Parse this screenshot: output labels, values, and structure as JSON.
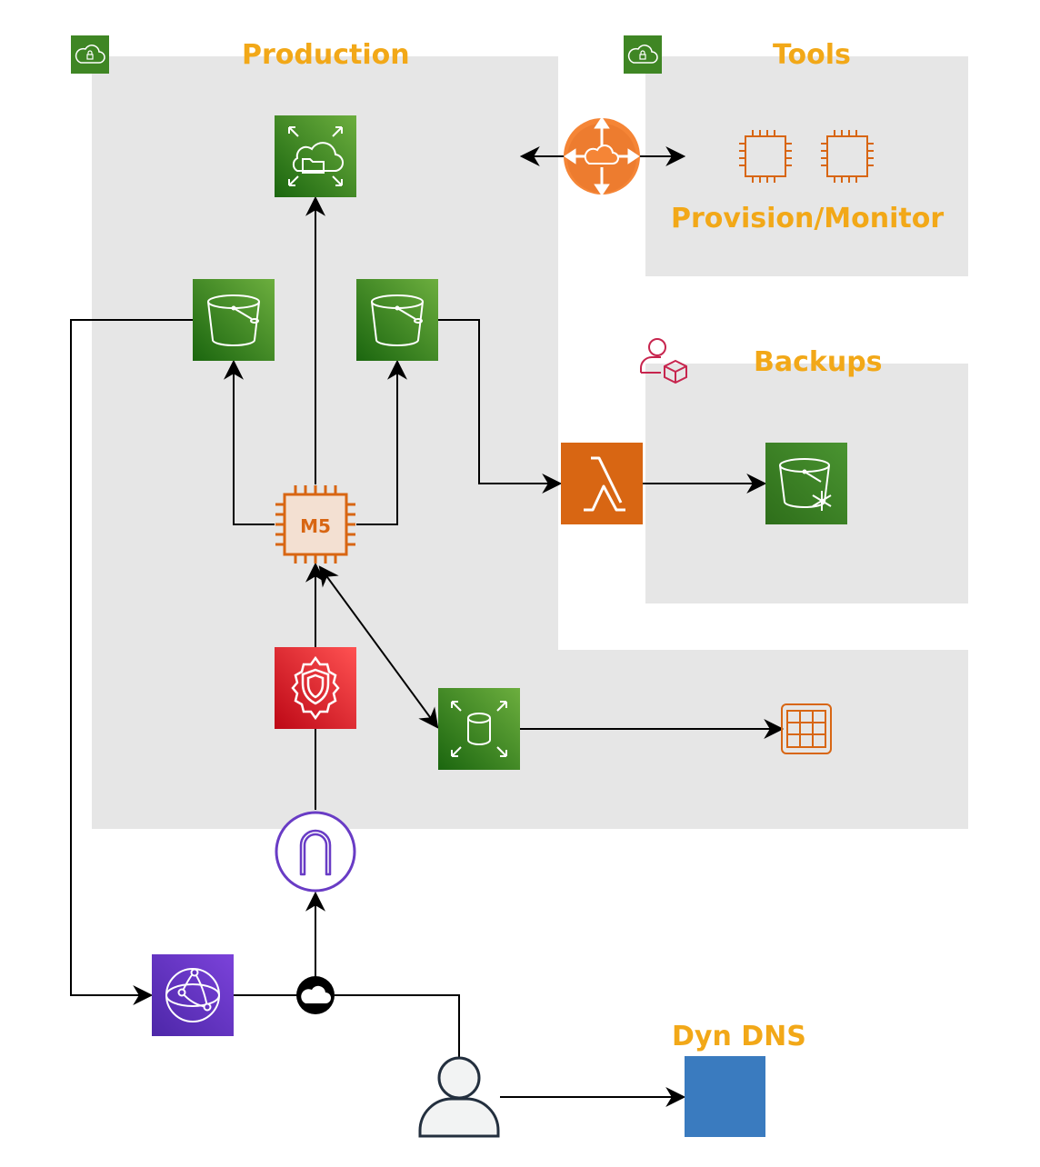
{
  "groups": {
    "production": "Production",
    "tools": "Tools",
    "backups": "Backups"
  },
  "labels": {
    "provision_monitor": "Provision/Monitor",
    "dyn_dns": "Dyn DNS",
    "ec2_instance_type": "M5"
  },
  "icons": {
    "vpc_lock": "vpc-lock-icon",
    "elastic_file_system": "efs-icon",
    "s3_bucket": "s3-bucket-icon",
    "ec2": "ec2-instance-icon",
    "lambda": "lambda-icon",
    "glacier": "s3-glacier-icon",
    "shield": "shield-waf-icon",
    "rds": "rds-database-icon",
    "table": "dynamodb-table-icon",
    "gateway": "internet-gateway-icon",
    "cloudfront": "cloudfront-icon",
    "internet": "internet-cloud-icon",
    "user": "user-icon",
    "router": "vpc-router-icon",
    "account": "iam-account-icon"
  },
  "colors": {
    "group_bg": "#E6E6E6",
    "storage_green": "#3F8624",
    "compute_orange": "#D86613",
    "security_red": "#DD344C",
    "network_purple": "#693CC5",
    "label_orange": "#F2A818",
    "dns_blue": "#3A7BBF"
  }
}
